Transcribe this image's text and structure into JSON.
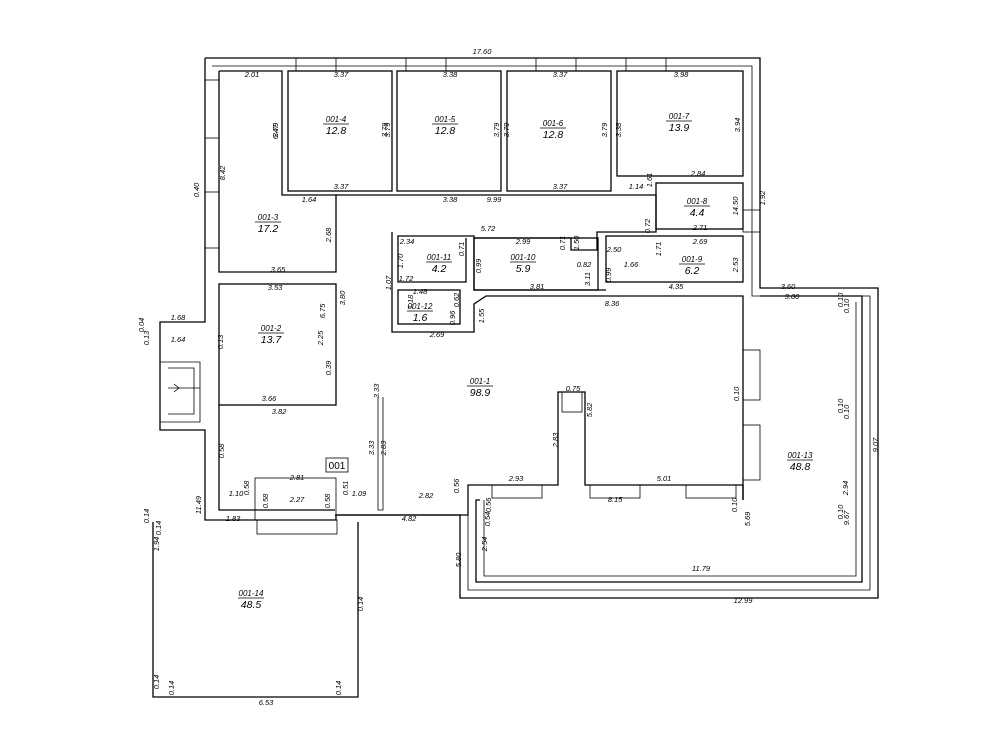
{
  "plan_label": "001",
  "rooms": [
    {
      "id": "001-1",
      "area": "98.9"
    },
    {
      "id": "001-2",
      "area": "13.7"
    },
    {
      "id": "001-3",
      "area": "17.2"
    },
    {
      "id": "001-4",
      "area": "12.8"
    },
    {
      "id": "001-5",
      "area": "12.8"
    },
    {
      "id": "001-6",
      "area": "12.8"
    },
    {
      "id": "001-7",
      "area": "13.9"
    },
    {
      "id": "001-8",
      "area": "4.4"
    },
    {
      "id": "001-9",
      "area": "6.2"
    },
    {
      "id": "001-10",
      "area": "5.9"
    },
    {
      "id": "001-11",
      "area": "4.2"
    },
    {
      "id": "001-12",
      "area": "1.6"
    },
    {
      "id": "001-13",
      "area": "48.8"
    },
    {
      "id": "001-14",
      "area": "48.5"
    }
  ],
  "dimensions_h": [
    "17.60",
    "2.01",
    "3.37",
    "3.38",
    "3.37",
    "3.98",
    "3.37",
    "3.38",
    "3.37",
    "1.14",
    "9.99",
    "1.64",
    "2.84",
    "2.71",
    "2.69",
    "5.72",
    "2.34",
    "2.99",
    "2.50",
    "1.66",
    "3.65",
    "1.72",
    "1.48",
    "3.81",
    "4.35",
    "3.53",
    "8.36",
    "3.60",
    "3.00",
    "2.69",
    "1.68",
    "1.64",
    "0.75",
    "3.66",
    "3.82",
    "2.81",
    "2.27",
    "2.93",
    "5.01",
    "1.10",
    "1.09",
    "2.82",
    "8.15",
    "1.83",
    "4.82",
    "11.79",
    "12.99",
    "6.53",
    "0.82"
  ],
  "dimensions_v": [
    "3.79",
    "3.79",
    "3.79",
    "3.79",
    "3.79",
    "3.79",
    "3.38",
    "3.94",
    "6.47",
    "8.42",
    "0.40",
    "1.61",
    "14.50",
    "1.92",
    "0.72",
    "1.71",
    "2.53",
    "2.68",
    "0.71",
    "0.71",
    "1.50",
    "1.70",
    "0.99",
    "0.99",
    "3.11",
    "1.07",
    "1.18",
    "0.62",
    "0.96",
    "1.55",
    "6.75",
    "3.80",
    "0.13",
    "2.25",
    "0.39",
    "0.04",
    "0.13",
    "3.33",
    "3.33",
    "2.83",
    "2.83",
    "5.82",
    "0.10",
    "0.10",
    "0.10",
    "0.10",
    "0.10",
    "0.10",
    "9.67",
    "9.07",
    "2.94",
    "0.58",
    "0.58",
    "0.58",
    "0.58",
    "0.51",
    "0.56",
    "0.56",
    "0.10",
    "0.54",
    "5.69",
    "11.49",
    "0.14",
    "0.14",
    "1.94",
    "2.54",
    "5.80",
    "0.14",
    "0.14",
    "0.14",
    "0.14"
  ]
}
